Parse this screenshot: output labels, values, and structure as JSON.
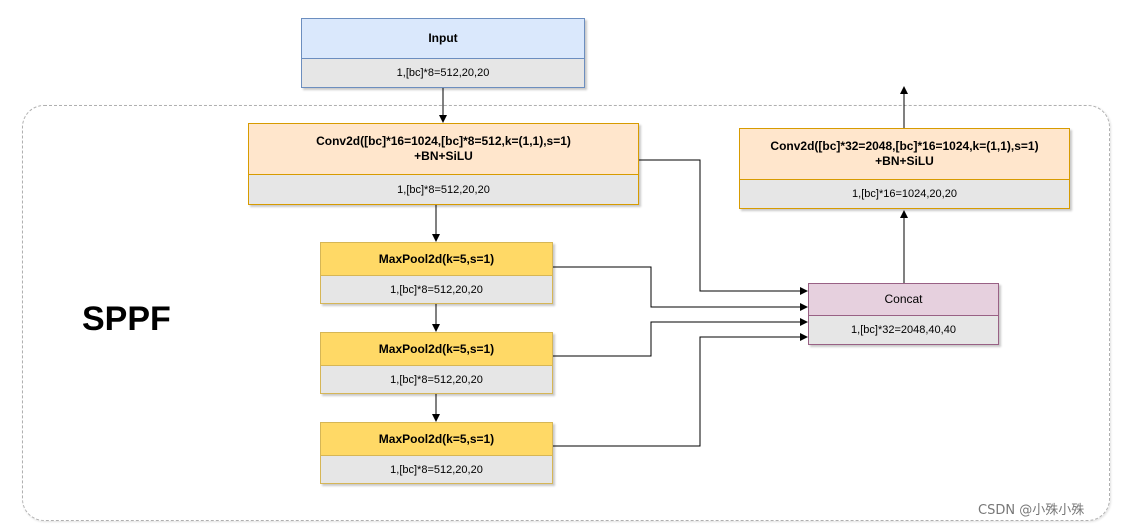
{
  "colors": {
    "input_head": "#dae8fc",
    "input_border": "#6c8ebf",
    "conv_head": "#ffe6cc",
    "conv_border": "#d79b00",
    "pool_head": "#ffd966",
    "pool_border": "#d6b656",
    "concat_head": "#e6d0de",
    "concat_border": "#996185",
    "body": "#e6e6e6"
  },
  "group_label": "SPPF",
  "watermark": "CSDN @小殊小殊",
  "nodes": {
    "input": {
      "title": "Input",
      "shape": "1,[bc]*8=512,20,20"
    },
    "conv1": {
      "title": "Conv2d([bc]*16=1024,[bc]*8=512,k=(1,1),s=1)\n+BN+SiLU",
      "shape": "1,[bc]*8=512,20,20"
    },
    "pool1": {
      "title": "MaxPool2d(k=5,s=1)",
      "shape": "1,[bc]*8=512,20,20"
    },
    "pool2": {
      "title": "MaxPool2d(k=5,s=1)",
      "shape": "1,[bc]*8=512,20,20"
    },
    "pool3": {
      "title": "MaxPool2d(k=5,s=1)",
      "shape": "1,[bc]*8=512,20,20"
    },
    "concat": {
      "title": "Concat",
      "shape": "1,[bc]*32=2048,40,40"
    },
    "conv2": {
      "title": "Conv2d([bc]*32=2048,[bc]*16=1024,k=(1,1),s=1)\n+BN+SiLU",
      "shape": "1,[bc]*16=1024,20,20"
    }
  }
}
